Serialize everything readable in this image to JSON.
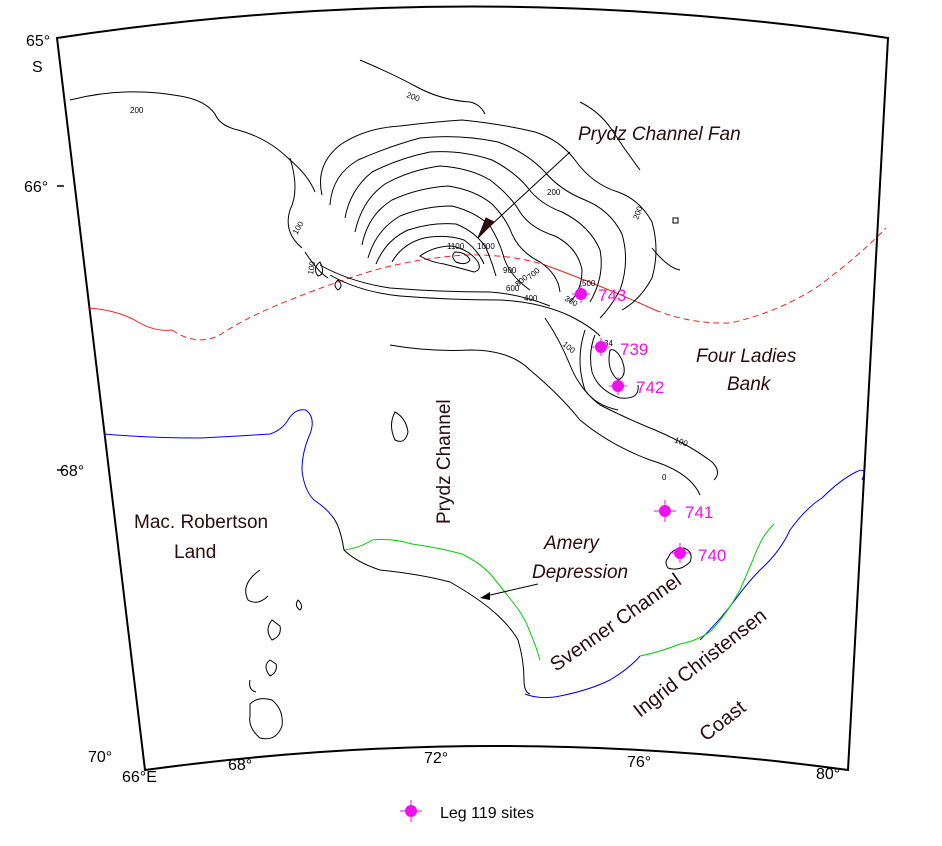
{
  "map": {
    "latitude_labels": {
      "lat65": "65°",
      "lat65_hemisphere": "S",
      "lat66": "66°",
      "lat68": "68°",
      "lat70": "70°"
    },
    "longitude_labels": {
      "lon66": "66°E",
      "lon68": "68°",
      "lon72": "72°",
      "lon76": "76°",
      "lon80": "80°"
    },
    "place_names": {
      "prydz_channel_fan": "Prydz Channel Fan",
      "four_ladies_bank_line1": "Four Ladies",
      "four_ladies_bank_line2": "Bank",
      "prydz_channel": "Prydz Channel",
      "mac_robertson_line1": "Mac. Robertson",
      "mac_robertson_line2": "Land",
      "amery_line1": "Amery",
      "amery_line2": "Depression",
      "svenner_channel": "Svenner Channel",
      "ingrid_line1": "Ingrid Christensen",
      "ingrid_line2": "Coast"
    },
    "sites": [
      {
        "id": "743",
        "label": "743"
      },
      {
        "id": "739",
        "label": "739"
      },
      {
        "id": "742",
        "label": "742"
      },
      {
        "id": "741",
        "label": "741"
      },
      {
        "id": "740",
        "label": "740"
      }
    ],
    "contour_labels": [
      "200",
      "200",
      "200",
      "200",
      "100",
      "100",
      "1100",
      "1000",
      "900",
      "800",
      "700",
      "600",
      "500",
      "400",
      "300",
      "34",
      "100",
      "100",
      "0"
    ],
    "legend": {
      "label": "Leg 119 sites"
    },
    "colors": {
      "site_marker": "#ee11ee",
      "place_label": "#2b0b0b",
      "coastline": "#0000ee",
      "ice_shelf_edge": "#00cc00",
      "shelf_break": "#ee2222",
      "contour": "#000000"
    }
  }
}
